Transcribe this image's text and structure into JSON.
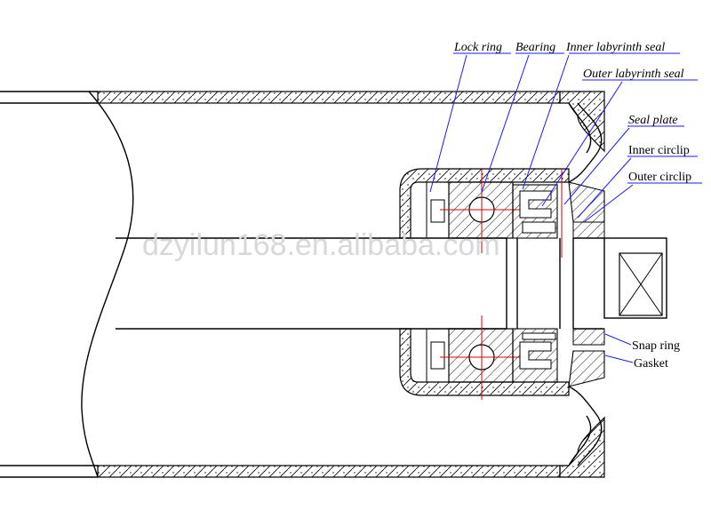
{
  "labels": {
    "lock_ring": "Lock ring",
    "bearing": "Bearing",
    "inner_labyrinth_seal": "Inner labyrinth seal",
    "outer_labyrinth_seal": "Outer labyrinth seal",
    "seal_plate": "Seal plate",
    "inner_circlip": "Inner circlip",
    "outer_circlip": "Outer circlip",
    "snap_ring": "Snap ring",
    "gasket": "Gasket"
  },
  "watermark": "dzyilun168.en.alibaba.com",
  "colors": {
    "outline": "#000000",
    "leader": "#1a1aff",
    "centerline": "#e00000",
    "watermark": "#d8d8d8"
  }
}
